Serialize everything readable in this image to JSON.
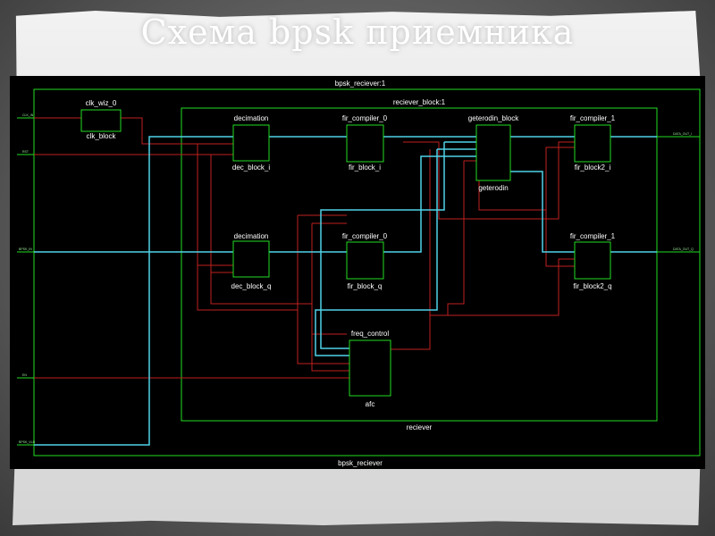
{
  "slide": {
    "title": "Схема bpsk приемника"
  },
  "diagram": {
    "outer_top_label": "bpsk_reciever:1",
    "outer_bottom_label": "bpsk_reciever",
    "inner_top_label": "reciever_block:1",
    "inner_bottom_label": "reciever",
    "blocks": {
      "clk": {
        "type": "clk_wiz_0",
        "name": "clk_block"
      },
      "dec_i": {
        "type": "decimation",
        "name": "dec_block_i"
      },
      "dec_q": {
        "type": "decimation",
        "name": "dec_block_q"
      },
      "fir_i": {
        "type": "fir_compiler_0",
        "name": "fir_block_i"
      },
      "fir_q": {
        "type": "fir_compiler_0",
        "name": "fir_block_q"
      },
      "geterodin": {
        "type": "geterodin_block",
        "name": "geterodin"
      },
      "fir2_i": {
        "type": "fir_compiler_1",
        "name": "fir_block2_i"
      },
      "fir2_q": {
        "type": "fir_compiler_1",
        "name": "fir_block2_q"
      },
      "freq": {
        "type": "freq_control",
        "name": "afc"
      }
    },
    "colors": {
      "background": "#000000",
      "frame": "#22dd22",
      "data_wire": "#4fd2e8",
      "control_wire": "#c02020"
    }
  }
}
